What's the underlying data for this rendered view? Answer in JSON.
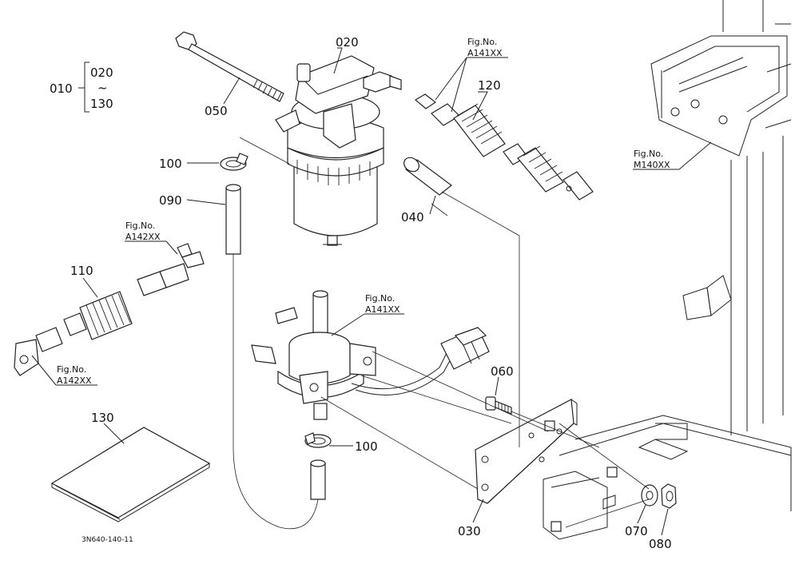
{
  "parts": {
    "p010": "010",
    "p020": "020",
    "p030": "030",
    "p040": "040",
    "p050": "050",
    "p060": "060",
    "p070": "070",
    "p080": "080",
    "p090": "090",
    "p100a": "100",
    "p100b": "100",
    "p110": "110",
    "p120": "120",
    "p130": "130"
  },
  "set_range": {
    "from": "020",
    "tilde": "~",
    "to": "130"
  },
  "fig_refs": [
    {
      "line1": "Fig.No.",
      "line2": "A141XX"
    },
    {
      "line1": "Fig.No.",
      "line2": "M140XX"
    },
    {
      "line1": "Fig.No.",
      "line2": "A142XX"
    },
    {
      "line1": "Fig.No.",
      "line2": "A141XX"
    },
    {
      "line1": "Fig.No.",
      "line2": "A142XX"
    }
  ],
  "drawing_code": "3N640-140-11"
}
